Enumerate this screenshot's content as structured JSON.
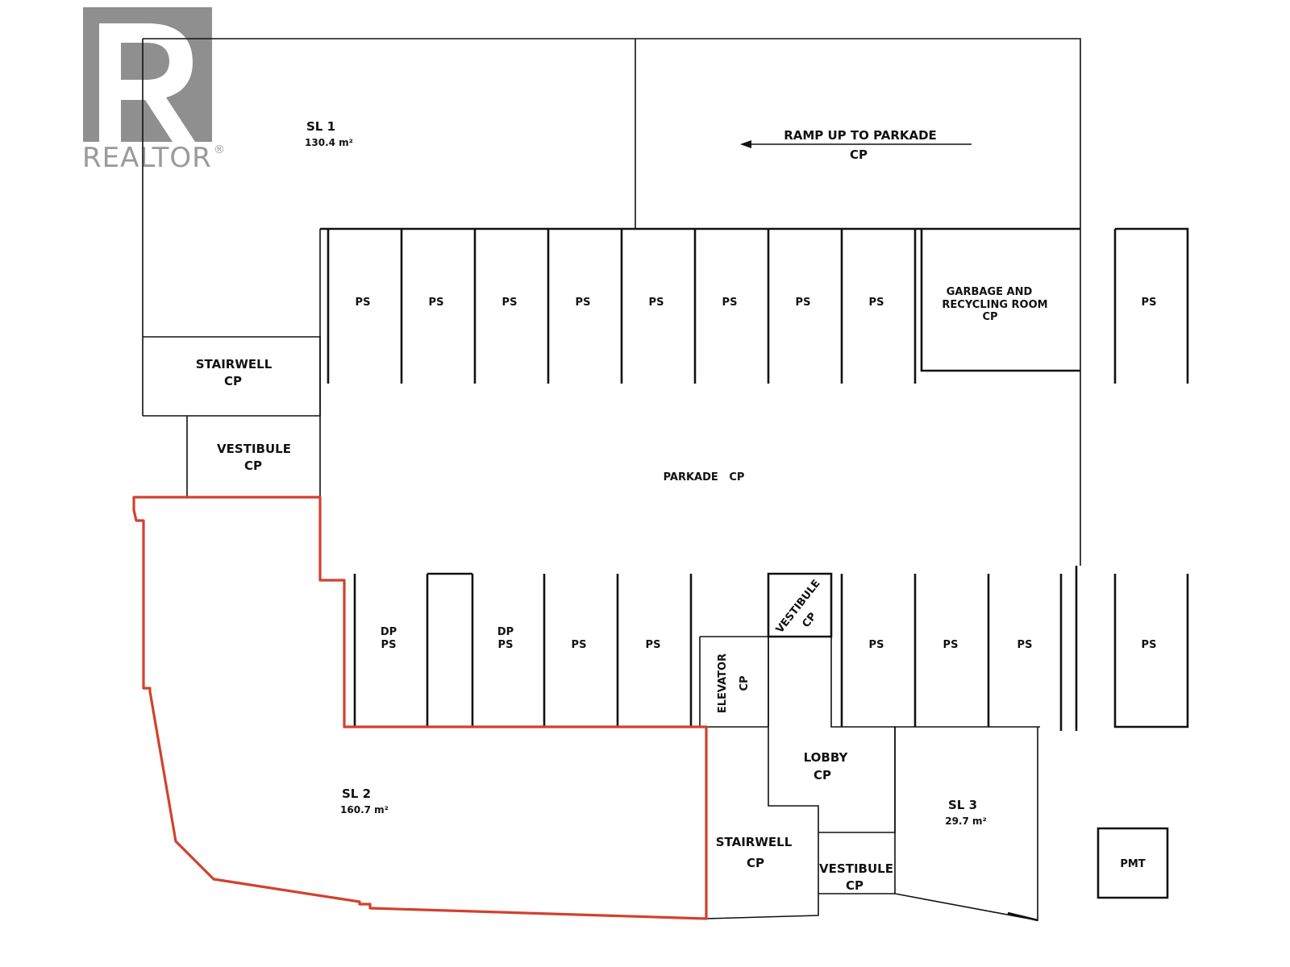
{
  "watermark": {
    "brand": "REALTOR",
    "mark": "®"
  },
  "units": {
    "sl1": {
      "name": "SL 1",
      "area": "130.4 m²"
    },
    "sl2": {
      "name": "SL 2",
      "area": "160.7 m²"
    },
    "sl3": {
      "name": "SL 3",
      "area": "29.7 m²"
    }
  },
  "ramp": {
    "line1": "RAMP UP TO PARKADE",
    "line2": "CP"
  },
  "rooms": {
    "stairwell_upper": {
      "line1": "STAIRWELL",
      "line2": "CP"
    },
    "vestibule_left": {
      "line1": "VESTIBULE",
      "line2": "CP"
    },
    "garbage": {
      "line1": "GARBAGE AND",
      "line2": "RECYCLING ROOM",
      "line3": "CP"
    },
    "parkade": {
      "label": "PARKADE   CP"
    },
    "elevator": {
      "line1": "ELEVATOR",
      "line2": "CP"
    },
    "vestibule_diag": {
      "line1": "VESTIBULE",
      "line2": "CP"
    },
    "lobby": {
      "line1": "LOBBY",
      "line2": "CP"
    },
    "stairwell_lower": {
      "line1": "STAIRWELL",
      "line2": "CP"
    },
    "vestibule_lower": {
      "line1": "VESTIBULE",
      "line2": "CP"
    },
    "pmt": {
      "label": "PMT"
    }
  },
  "stalls": {
    "ps": "PS",
    "dp": "DP"
  },
  "highlight_color": "#d2412d"
}
